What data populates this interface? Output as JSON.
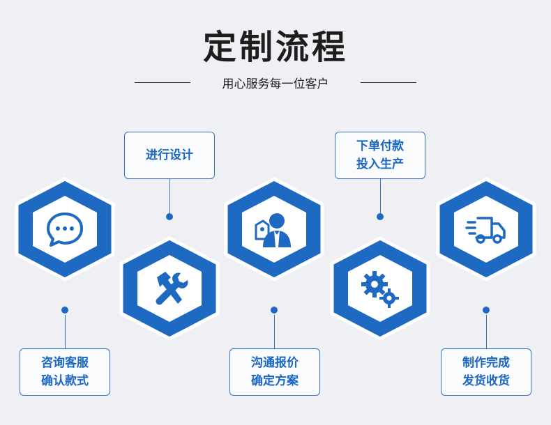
{
  "header": {
    "title": "定制流程",
    "subtitle": "用心服务每一位客户"
  },
  "colors": {
    "primary_blue": "#1e69c1",
    "card_border": "#2f73c2",
    "background": "#eef0f4"
  },
  "steps": [
    {
      "line1": "咨询客服",
      "line2": "确认款式",
      "icon": "chat-bubble-icon"
    },
    {
      "line1": "进行设计",
      "line2": "",
      "icon": "tools-icon"
    },
    {
      "line1": "沟通报价",
      "line2": "确定方案",
      "icon": "customer-service-icon"
    },
    {
      "line1": "下单付款",
      "line2": "投入生产",
      "icon": "gears-icon"
    },
    {
      "line1": "制作完成",
      "line2": "发货收货",
      "icon": "delivery-truck-icon"
    }
  ]
}
